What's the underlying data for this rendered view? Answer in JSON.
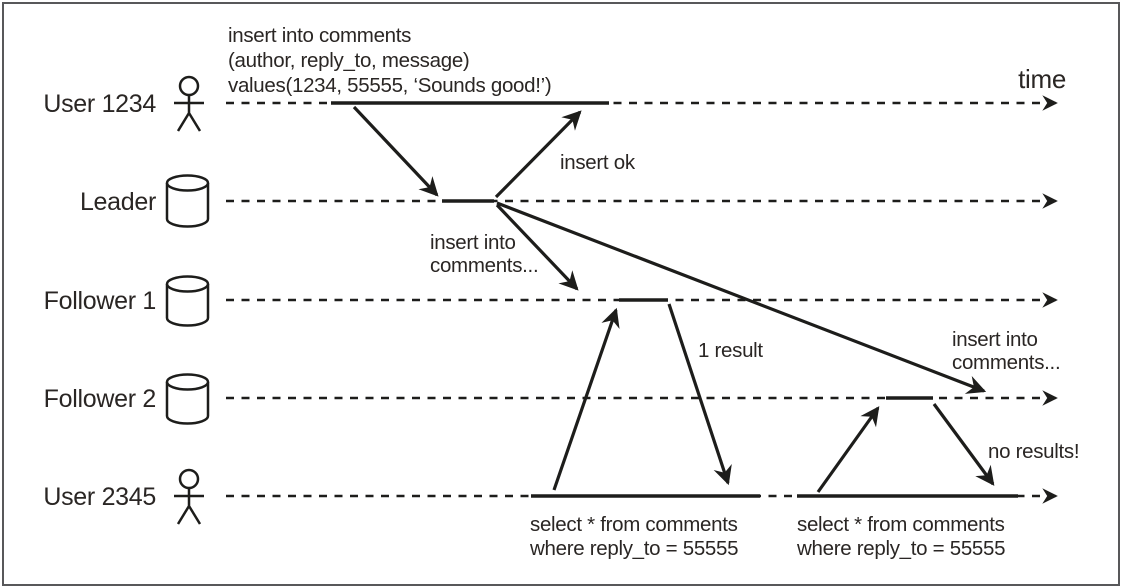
{
  "figure": {
    "time_label": "time",
    "lanes": [
      {
        "label": "User 1234",
        "icon": "person"
      },
      {
        "label": "Leader",
        "icon": "database"
      },
      {
        "label": "Follower 1",
        "icon": "database"
      },
      {
        "label": "Follower 2",
        "icon": "database"
      },
      {
        "label": "User 2345",
        "icon": "person"
      }
    ],
    "annotations": {
      "insert_statement": [
        "insert into comments",
        "(author, reply_to, message)",
        "values(1234, 55555, ‘Sounds good!’)"
      ],
      "insert_ok": "insert ok",
      "replicate_to_follower1": [
        "insert into",
        "comments..."
      ],
      "replicate_to_follower2": [
        "insert into",
        "comments..."
      ],
      "one_result": "1 result",
      "no_results": "no results!",
      "select_query_1": [
        "select * from comments",
        "where reply_to = 55555"
      ],
      "select_query_2": [
        "select * from comments",
        "where reply_to = 55555"
      ]
    },
    "colors": {
      "line": "#1d1d1b",
      "text": "#2a2624",
      "background": "#ffffff",
      "border": "#58585a"
    }
  }
}
